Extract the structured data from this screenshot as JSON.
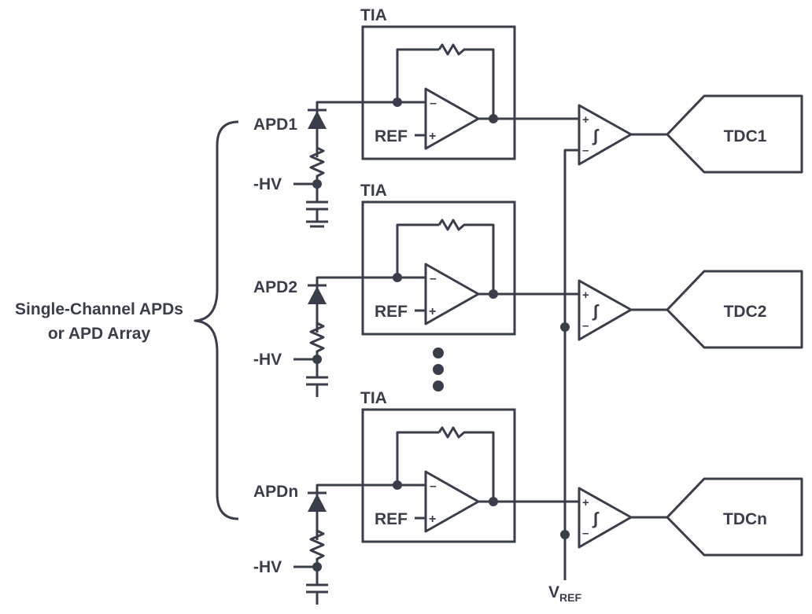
{
  "diagram": {
    "side_label": {
      "line1": "Single-Channel APDs",
      "line2": "or APD Array"
    },
    "ellipsis_dots": 3,
    "channels": [
      {
        "apd": "APD1",
        "hv": "-HV",
        "tia": "TIA",
        "ref": "REF",
        "tdc": "TDC1"
      },
      {
        "apd": "APD2",
        "hv": "-HV",
        "tia": "TIA",
        "ref": "REF",
        "tdc": "TDC2"
      },
      {
        "apd": "APDn",
        "hv": "-HV",
        "tia": "TIA",
        "ref": "REF",
        "tdc": "TDCn"
      }
    ],
    "vref": {
      "main": "V",
      "sub": "REF"
    },
    "opamp_symbols": {
      "minus": "–",
      "plus": "+"
    },
    "integrator_symbol": "∫"
  }
}
